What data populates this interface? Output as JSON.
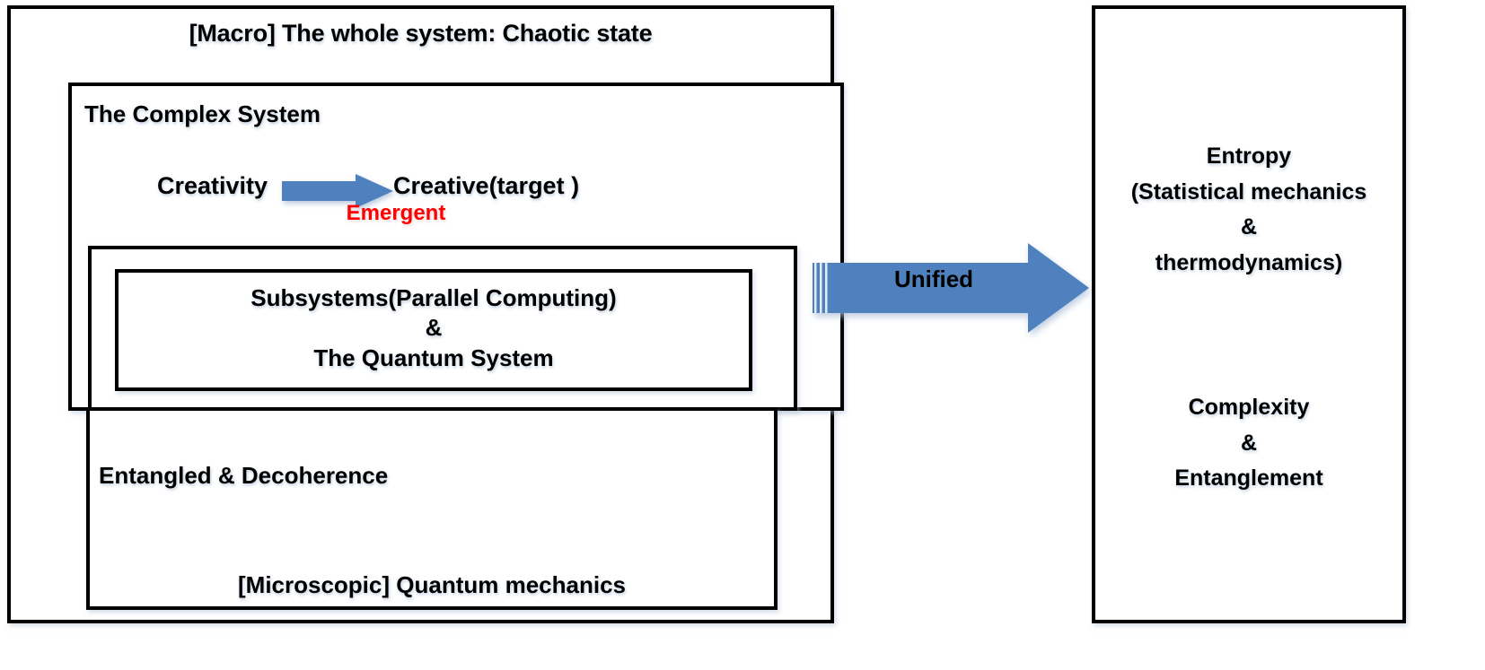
{
  "diagram": {
    "macro": {
      "title": "[Macro] The whole system: Chaotic state",
      "complex_system": {
        "title": "The Complex System",
        "flow": {
          "source_label": "Creativity",
          "target_label": "Creative(target )",
          "arrow_icon": "right-arrow-icon",
          "arrow_annotation": "Emergent",
          "arrow_color": "#4e81bd",
          "annotation_color": "#ff0000"
        },
        "subsystem": {
          "line1": "Subsystems(Parallel Computing)",
          "line2": "&",
          "line3": "The Quantum System"
        }
      },
      "quantum_layer": {
        "entangled_label": "Entangled & Decoherence",
        "microscopic_label": "[Microscopic] Quantum mechanics"
      }
    },
    "connector": {
      "label": "Unified",
      "icon": "right-arrow-icon",
      "color": "#4e81bd"
    },
    "result_panel": {
      "entropy": {
        "line1": "Entropy",
        "line2": "(Statistical mechanics",
        "line3": "&",
        "line4": "thermodynamics)"
      },
      "complexity": {
        "line1": "Complexity",
        "line2": "&",
        "line3": "Entanglement"
      }
    }
  },
  "style": {
    "border_color": "#000000",
    "background": "#ffffff",
    "accent_blue": "#4e81bd",
    "accent_blue_dark": "#3d6ca6",
    "alert_red": "#ff0000"
  }
}
